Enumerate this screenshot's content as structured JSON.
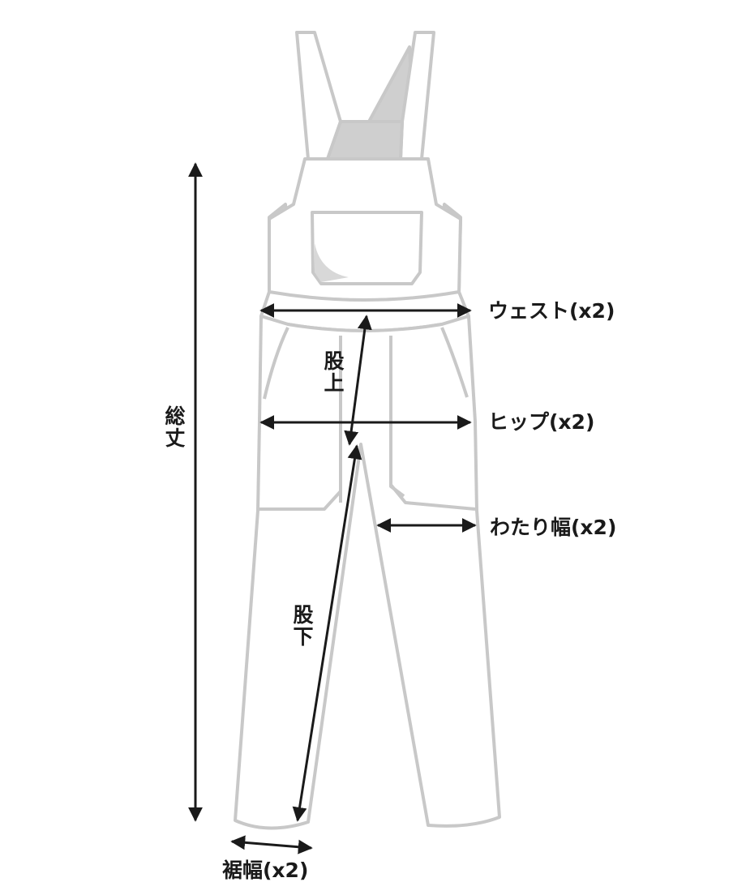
{
  "labels": {
    "total_length": "総丈",
    "rise": "股上",
    "inseam": "股下",
    "waist": "ウェスト(x2)",
    "hip": "ヒップ(x2)",
    "thigh": "わたり幅(x2)",
    "hem": "裾幅(x2)"
  },
  "colors": {
    "garment_outline": "#c8c8c8",
    "garment_shade": "#cfcfcf",
    "arrow": "#1a1a1a"
  }
}
